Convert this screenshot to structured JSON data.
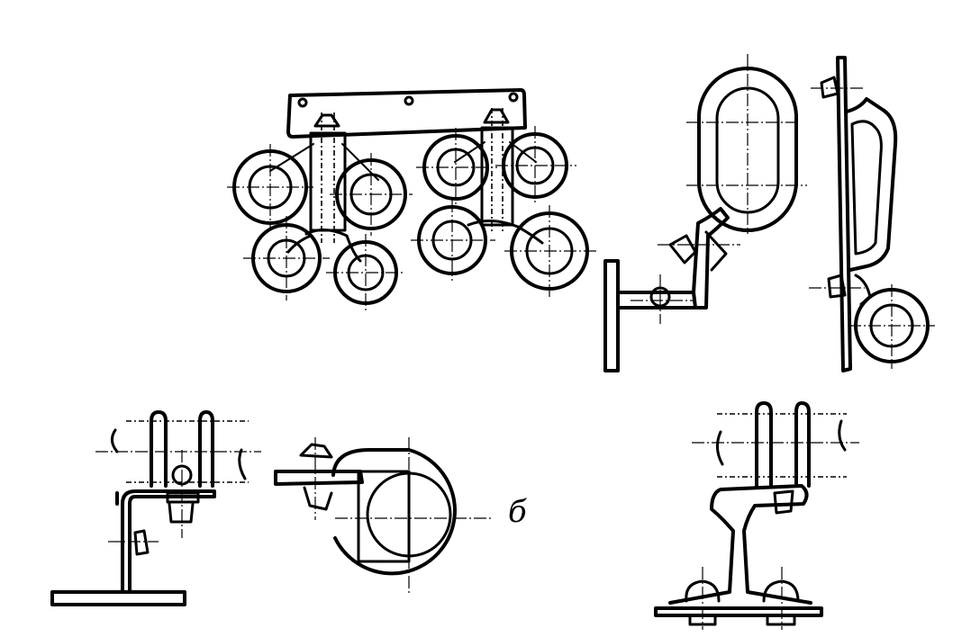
{
  "figure": {
    "markers": {
      "b": "б"
    },
    "colors": {
      "ink": "#000000",
      "paper": "#ffffff"
    },
    "views": [
      "insulator-bracket-group",
      "oval-insulator-bracket-side",
      "oval-insulator-front",
      "angle-bracket-clamp",
      "round-insulator-section",
      "rail-clamp"
    ]
  }
}
